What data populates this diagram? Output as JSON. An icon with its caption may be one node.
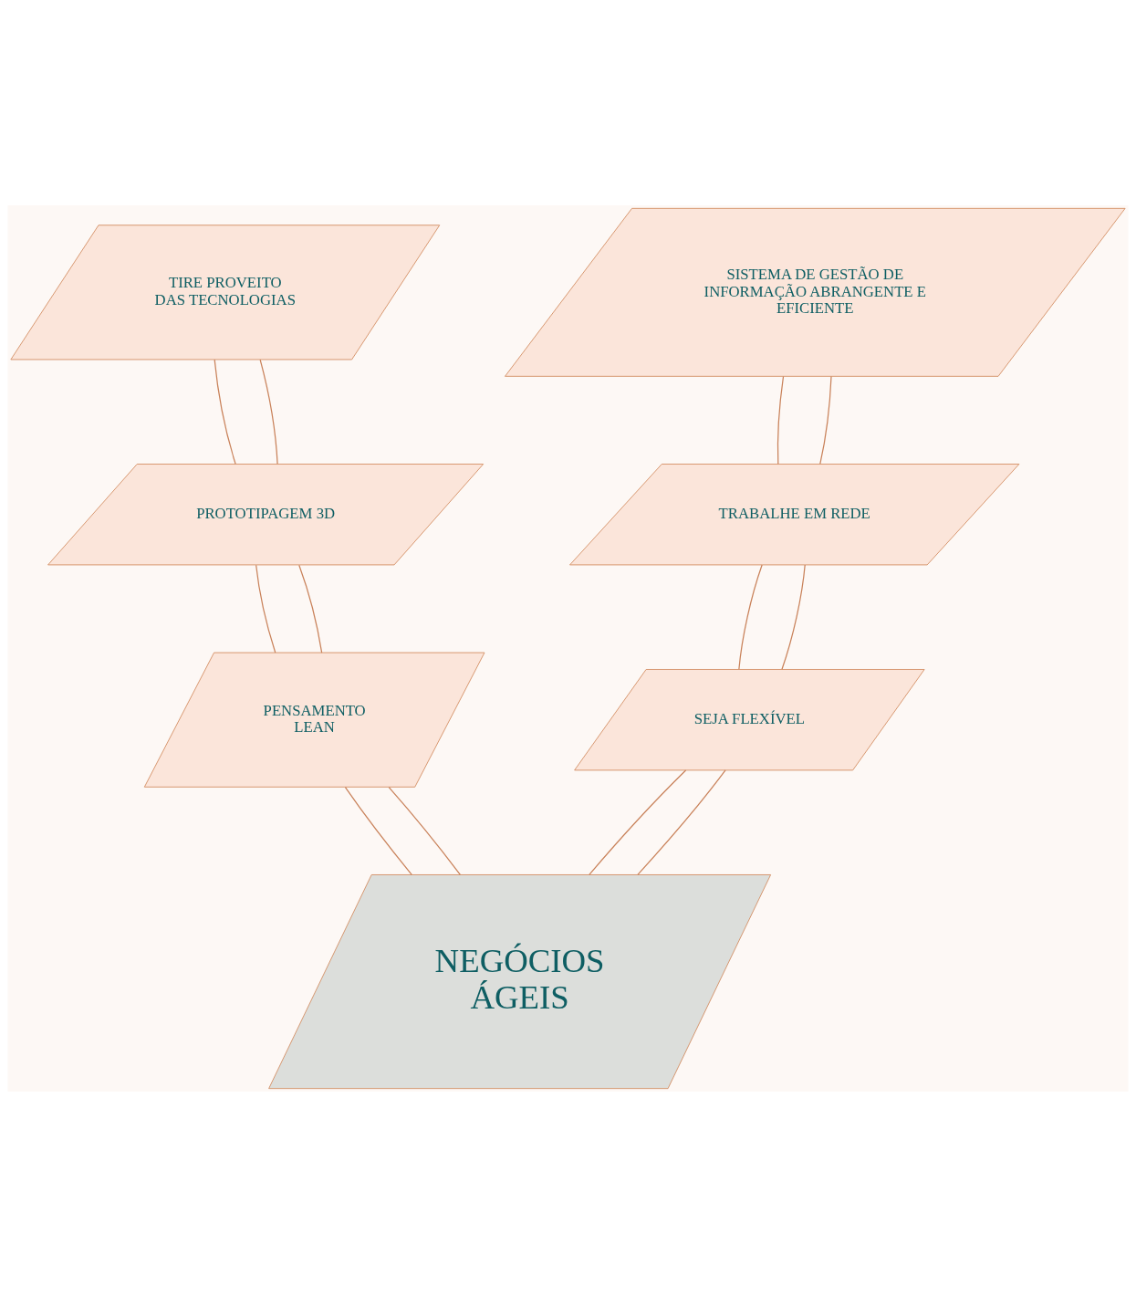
{
  "diagram": {
    "nodes": [
      {
        "text": [
          "SISTEMA DE GESTÃO DE INFORMAÇÃO ABRANGENTE E EFICIENTE"
        ]
      },
      {
        "text": [
          "TIRE PROVEITO DAS TECNOLOGIAS"
        ]
      },
      {
        "text": [
          "TRABALHE EM REDE"
        ]
      },
      {
        "text": [
          "PROTOTIPAGEM 3D"
        ]
      },
      {
        "text": [
          "PENSAMENTO LEAN"
        ]
      },
      {
        "text": [
          "SEJA FLEXÍVEL"
        ]
      },
      {
        "text": [
          "NEGÓCIOS ÁGEIS"
        ]
      }
    ],
    "edges": [
      {
        "from": 6,
        "to": 4,
        "arrow": "none"
      },
      {
        "from": 6,
        "to": 4,
        "arrow": "none"
      },
      {
        "from": 4,
        "to": 3,
        "arrow": "none"
      },
      {
        "from": 4,
        "to": 3,
        "arrow": "none"
      },
      {
        "from": 3,
        "to": 1,
        "arrow": "none"
      },
      {
        "from": 3,
        "to": 1,
        "arrow": "none"
      },
      {
        "from": 6,
        "to": 5,
        "arrow": "none"
      },
      {
        "from": 6,
        "to": 5,
        "arrow": "none"
      },
      {
        "from": 5,
        "to": 2,
        "arrow": "none"
      },
      {
        "from": 5,
        "to": 2,
        "arrow": "none"
      },
      {
        "from": 2,
        "to": 0,
        "arrow": "none"
      },
      {
        "from": 2,
        "to": 0,
        "arrow": "none"
      }
    ]
  }
}
